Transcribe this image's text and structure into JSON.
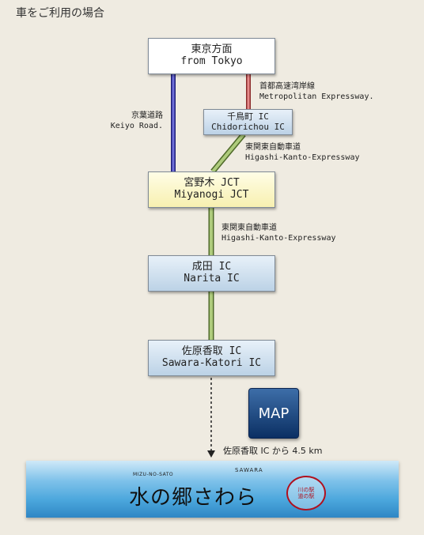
{
  "title": "車をご利用の場合",
  "boxes": {
    "tokyo": {
      "jp": "東京方面",
      "en": "from Tokyo"
    },
    "chidorichou": {
      "jp": "千鳥町 IC",
      "en": "Chidorichou IC"
    },
    "miyanogi": {
      "jp": "宮野木 JCT",
      "en": "Miyanogi JCT"
    },
    "narita": {
      "jp": "成田 IC",
      "en": "Narita IC"
    },
    "sawara": {
      "jp": "佐原香取 IC",
      "en": "Sawara-Katori IC"
    }
  },
  "roads": {
    "metropolitan": {
      "jp": "首都高速湾岸線",
      "en": "Metropolitan Expressway."
    },
    "keiyo": {
      "jp": "京葉道路",
      "en": "Keiyo Road."
    },
    "higashi1": {
      "jp": "東関東自動車道",
      "en": "Higashi-Kanto-Expressway"
    },
    "higashi2": {
      "jp": "東関東自動車道",
      "en": "Higashi-Kanto-Expressway"
    }
  },
  "map_button": "MAP",
  "distance": "佐原香取 IC から 4.5 km",
  "banner": {
    "small": "MIZU-NO-SATO",
    "main": "水の郷さわら",
    "romaji": "SAWARA",
    "seal_line1": "川の駅",
    "seal_line2": "道の駅"
  },
  "colors": {
    "keiyo": "#3a3aa8",
    "metropolitan": "#d65c5c",
    "higashi": "#8fa860"
  }
}
